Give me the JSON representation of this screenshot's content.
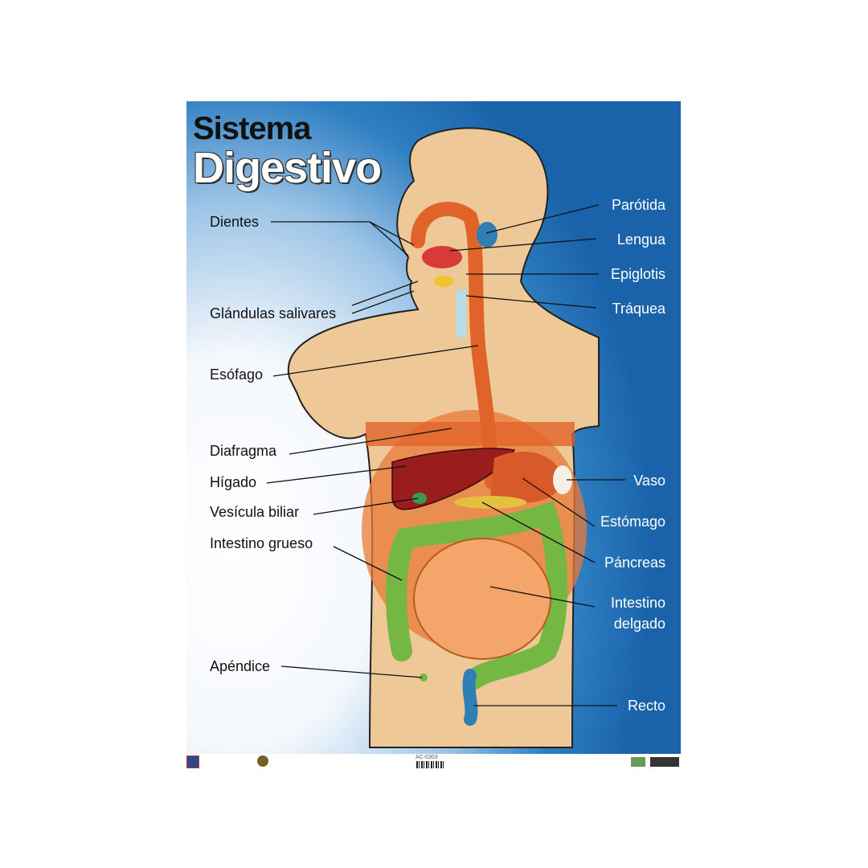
{
  "title": {
    "line1": "Sistema",
    "line2": "Digestivo"
  },
  "labels_left": [
    "Dientes",
    "Glándulas salivares",
    "Esófago",
    "Diafragma",
    "Hígado",
    "Vesícula biliar",
    "Intestino grueso",
    "Apéndice"
  ],
  "labels_right": [
    "Parótida",
    "Lengua",
    "Epiglotis",
    "Tráquea",
    "Vaso",
    "Estómago",
    "Páncreas",
    "Intestino",
    "delgado",
    "Recto"
  ],
  "footer": {
    "code": "AC-0303"
  },
  "colors": {
    "skin": "#eec897",
    "background_blue": "#1a63ab",
    "esophagus": "#e0642a",
    "liver": "#9a1d1d",
    "large_intestine": "#74b843",
    "small_intestine": "#f4a66a",
    "rectum": "#2f7fb5"
  }
}
